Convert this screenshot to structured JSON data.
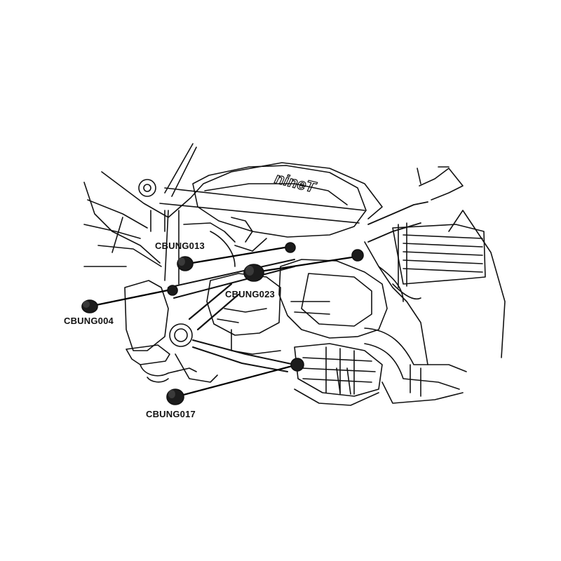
{
  "diagram": {
    "callouts": [
      {
        "id": "013",
        "label": "CBUNG013"
      },
      {
        "id": "023",
        "label": "CBUNG023"
      },
      {
        "id": "004",
        "label": "CBUNG004"
      },
      {
        "id": "017",
        "label": "CBUNG017"
      }
    ],
    "logo_text": "nineT"
  }
}
